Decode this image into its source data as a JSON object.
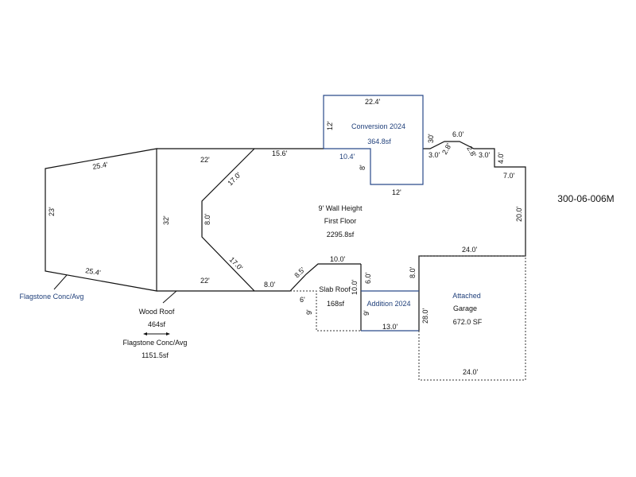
{
  "parcel_id": "300-06-006M",
  "main": {
    "line1": "9' Wall Height",
    "line2": "First Floor",
    "area": "2295.8sf"
  },
  "conversion": {
    "name": "Conversion 2024",
    "area": "364.8sf"
  },
  "addition": {
    "name": "Addition 2024"
  },
  "garage": {
    "line1": "Attached",
    "line2": "Garage",
    "area": "672.0 SF"
  },
  "slab": {
    "name": "Slab Roof",
    "area": "168sf"
  },
  "flagstone_left": {
    "name": "Flagstone Conc/Avg"
  },
  "wood_roof": {
    "name": "Wood Roof",
    "area": "464sf",
    "flag_name": "Flagstone Conc/Avg",
    "flag_area": "1151.5sf"
  },
  "dims": {
    "left_top": "25.4'",
    "left_side": "23'",
    "left_bottom": "25.4'",
    "wood_left": "32'",
    "wood_top": "22'",
    "wood_bottom": "22'",
    "diag_upper": "17.0'",
    "diag_vert": "8.0'",
    "diag_lower": "17.0'",
    "top_main": "15.6'",
    "conv_inner": "10.4'",
    "conv_top": "22.4'",
    "conv_left": "12'",
    "conv_notch": "8'",
    "conv_bottom": "12'",
    "conv_right": "30'",
    "step1": "3.0'",
    "step2": "2.8'",
    "step3": "6.0'",
    "step4": "2.8'",
    "step5": "3.0'",
    "step6": "4.0'",
    "step7": "7.0'",
    "right_side": "20.0'",
    "garage_top": "24.0'",
    "garage_bottom": "24.0'",
    "garage_left": "28.0'",
    "garage_upper": "8.0'",
    "add_bottom": "13.0'",
    "add_left": "9'",
    "add_upper": "6.0'",
    "slab_top": "10.0'",
    "slab_right": "10.0'",
    "slab_diag": "8.5'",
    "slab_left_top": "6'",
    "slab_left": "9'",
    "bottom_left": "8.0'"
  }
}
